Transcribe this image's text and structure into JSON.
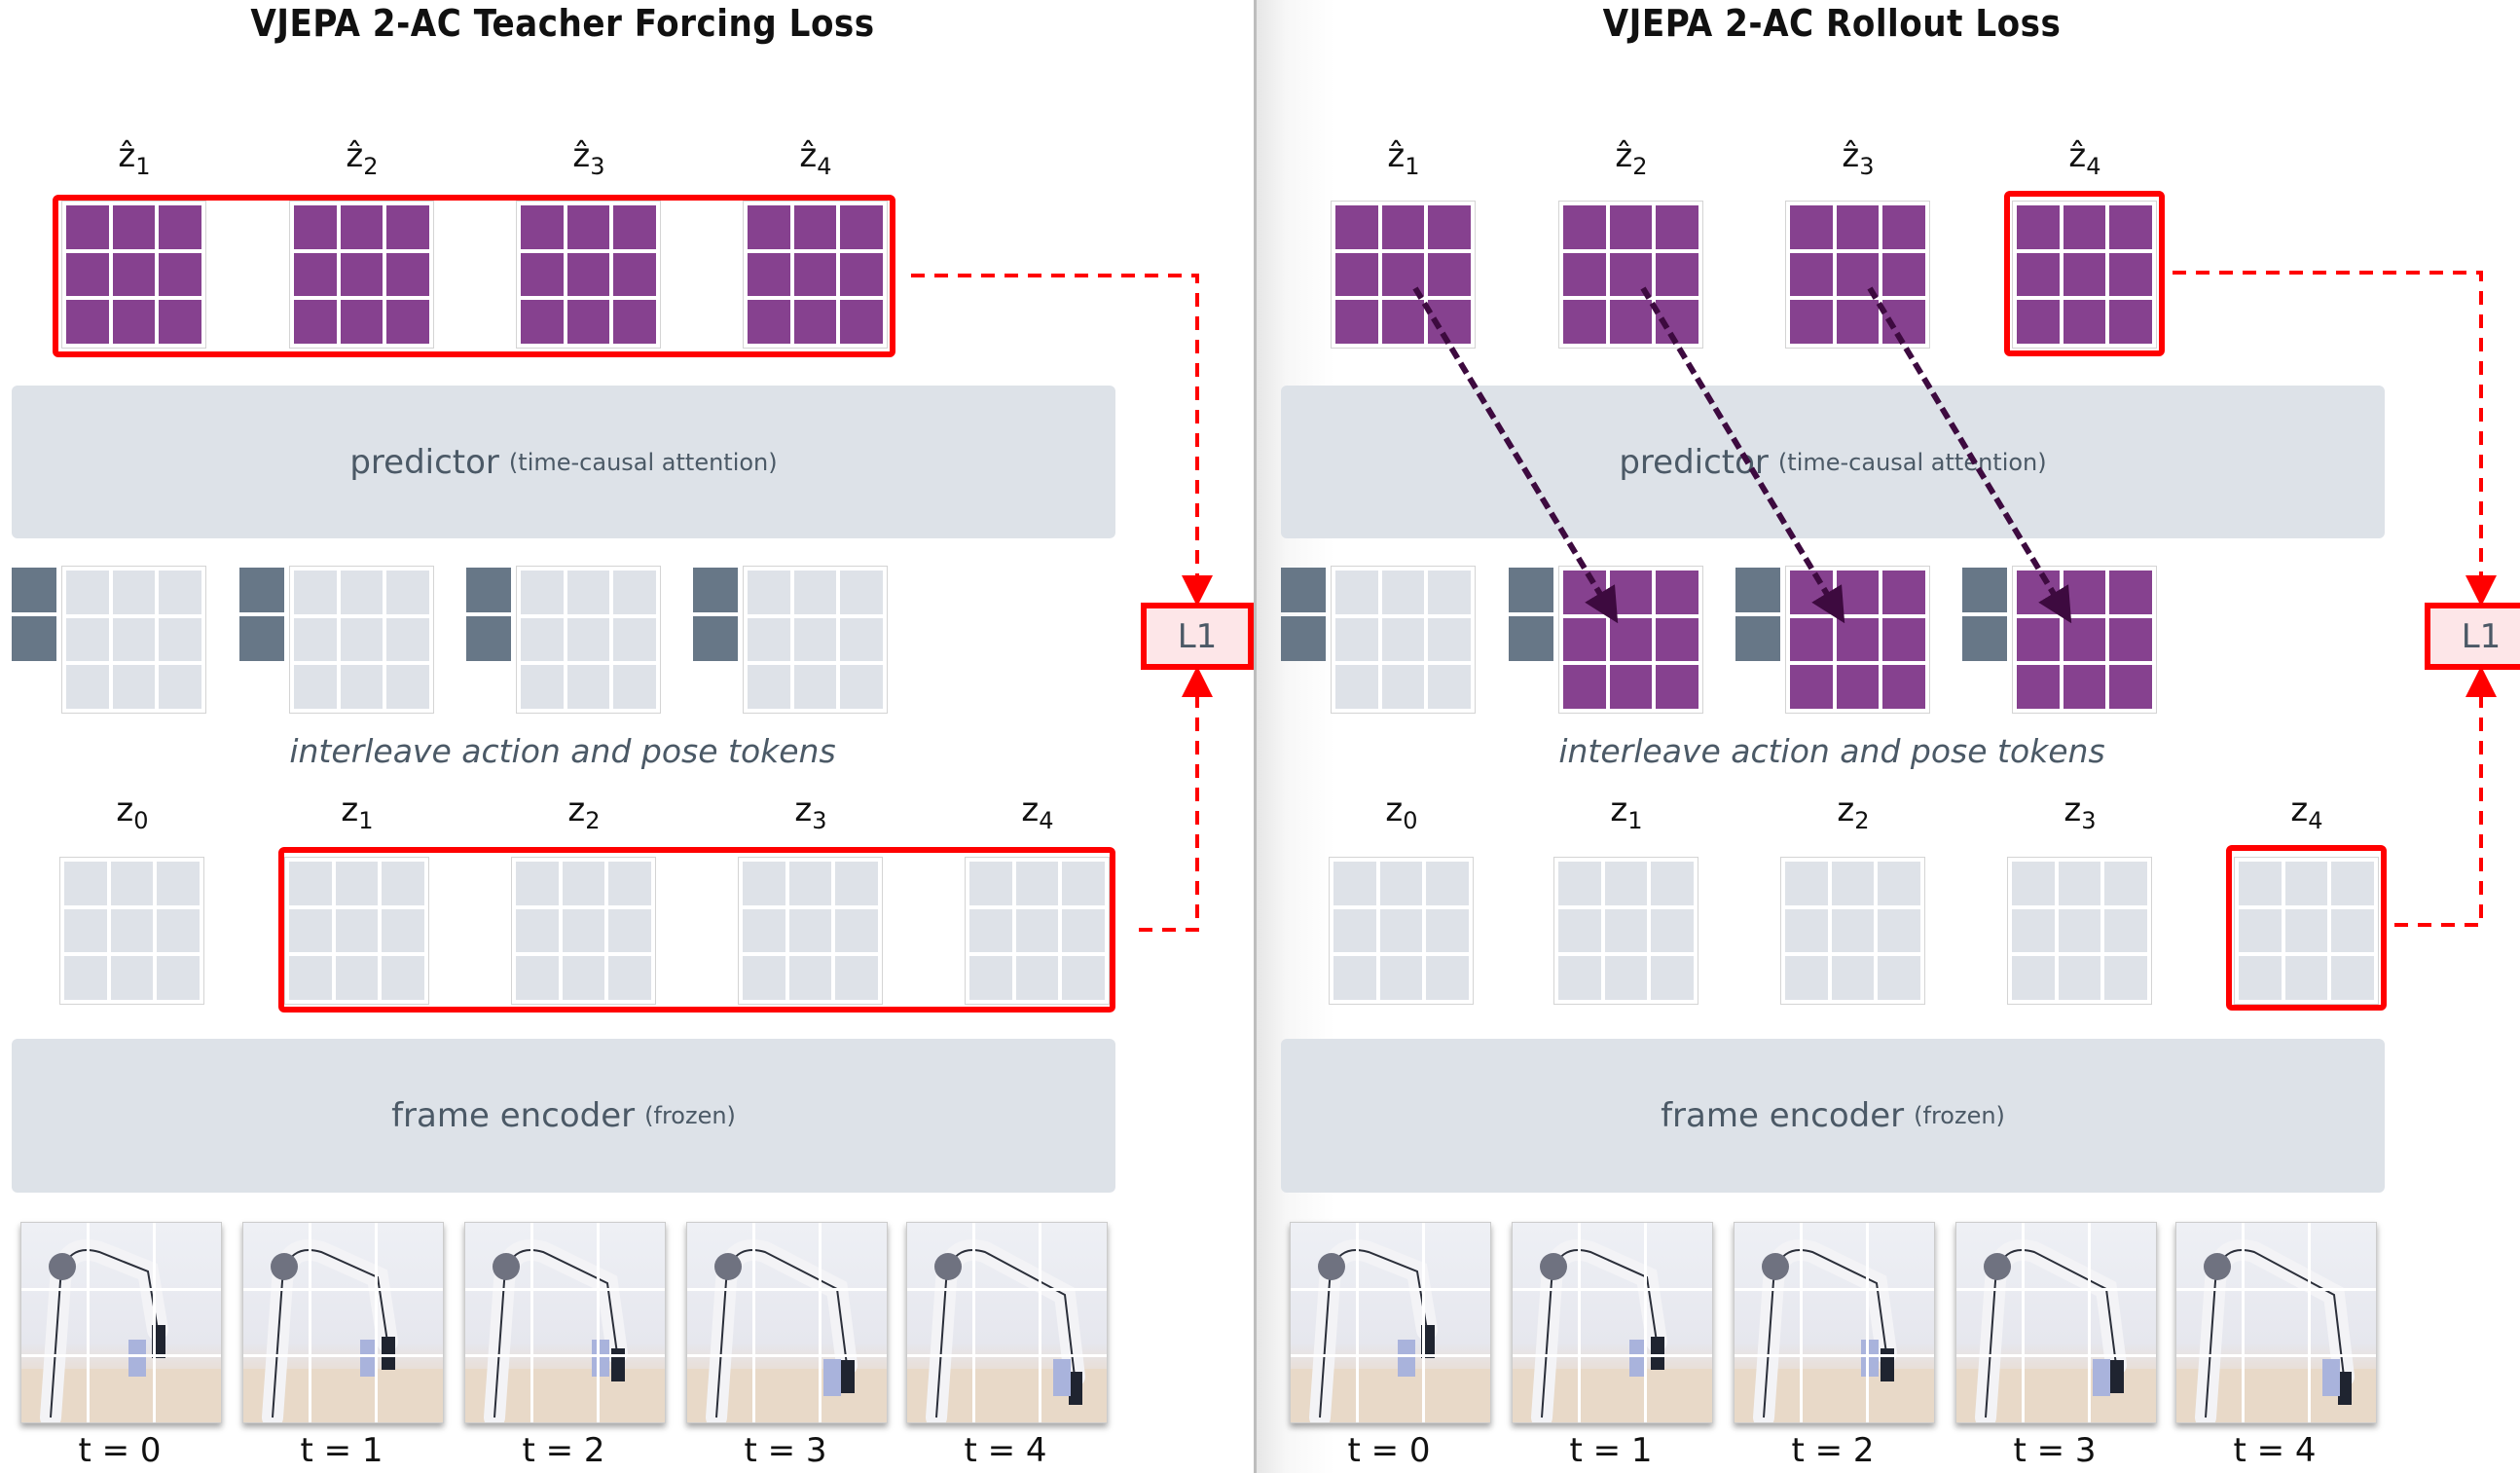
{
  "panels": [
    {
      "id": "teacher-forcing",
      "title": "VJEPA 2-AC Teacher Forcing Loss",
      "pred_labels": [
        {
          "base": "ẑ",
          "sub": "1"
        },
        {
          "base": "ẑ",
          "sub": "2"
        },
        {
          "base": "ẑ",
          "sub": "3"
        },
        {
          "base": "ẑ",
          "sub": "4"
        }
      ],
      "predictor": {
        "label": "predictor",
        "note": "(time-causal attention)"
      },
      "interleave_caption": "interleave action and pose tokens",
      "interleave_filled": [
        false,
        false,
        false,
        false
      ],
      "enc_labels": [
        {
          "base": "z",
          "sub": "0"
        },
        {
          "base": "z",
          "sub": "1"
        },
        {
          "base": "z",
          "sub": "2"
        },
        {
          "base": "z",
          "sub": "3"
        },
        {
          "base": "z",
          "sub": "4"
        }
      ],
      "encoder": {
        "label": "frame encoder",
        "note": "(frozen)"
      },
      "loss_label": "L1",
      "time_labels": [
        "t = 0",
        "t = 1",
        "t = 2",
        "t = 3",
        "t = 4"
      ],
      "highlighted_predictions": [
        1,
        2,
        3,
        4
      ],
      "highlighted_targets": [
        1,
        2,
        3,
        4
      ]
    },
    {
      "id": "rollout",
      "title": "VJEPA 2-AC Rollout Loss",
      "pred_labels": [
        {
          "base": "ẑ",
          "sub": "1"
        },
        {
          "base": "ẑ",
          "sub": "2"
        },
        {
          "base": "ẑ",
          "sub": "3"
        },
        {
          "base": "ẑ",
          "sub": "4"
        }
      ],
      "predictor": {
        "label": "predictor",
        "note": "(time-causal attention)"
      },
      "interleave_caption": "interleave action and pose tokens",
      "interleave_filled": [
        false,
        true,
        true,
        true
      ],
      "enc_labels": [
        {
          "base": "z",
          "sub": "0"
        },
        {
          "base": "z",
          "sub": "1"
        },
        {
          "base": "z",
          "sub": "2"
        },
        {
          "base": "z",
          "sub": "3"
        },
        {
          "base": "z",
          "sub": "4"
        }
      ],
      "encoder": {
        "label": "frame encoder",
        "note": "(frozen)"
      },
      "loss_label": "L1",
      "time_labels": [
        "t = 0",
        "t = 1",
        "t = 2",
        "t = 3",
        "t = 4"
      ],
      "highlighted_predictions": [
        4
      ],
      "highlighted_targets": [
        4
      ],
      "feedback_arrows": [
        {
          "from": "ẑ1",
          "to": "input 2"
        },
        {
          "from": "ẑ2",
          "to": "input 3"
        },
        {
          "from": "ẑ3",
          "to": "input 4"
        }
      ]
    }
  ],
  "colors": {
    "prediction": "#86418f",
    "latent": "#dee2e8",
    "action_token": "#677787",
    "loss_highlight": "#ff0000",
    "loss_box_fill": "#fde6e8",
    "block_fill": "#dde2e8",
    "rollout_arrow": "#3d0a3f"
  }
}
